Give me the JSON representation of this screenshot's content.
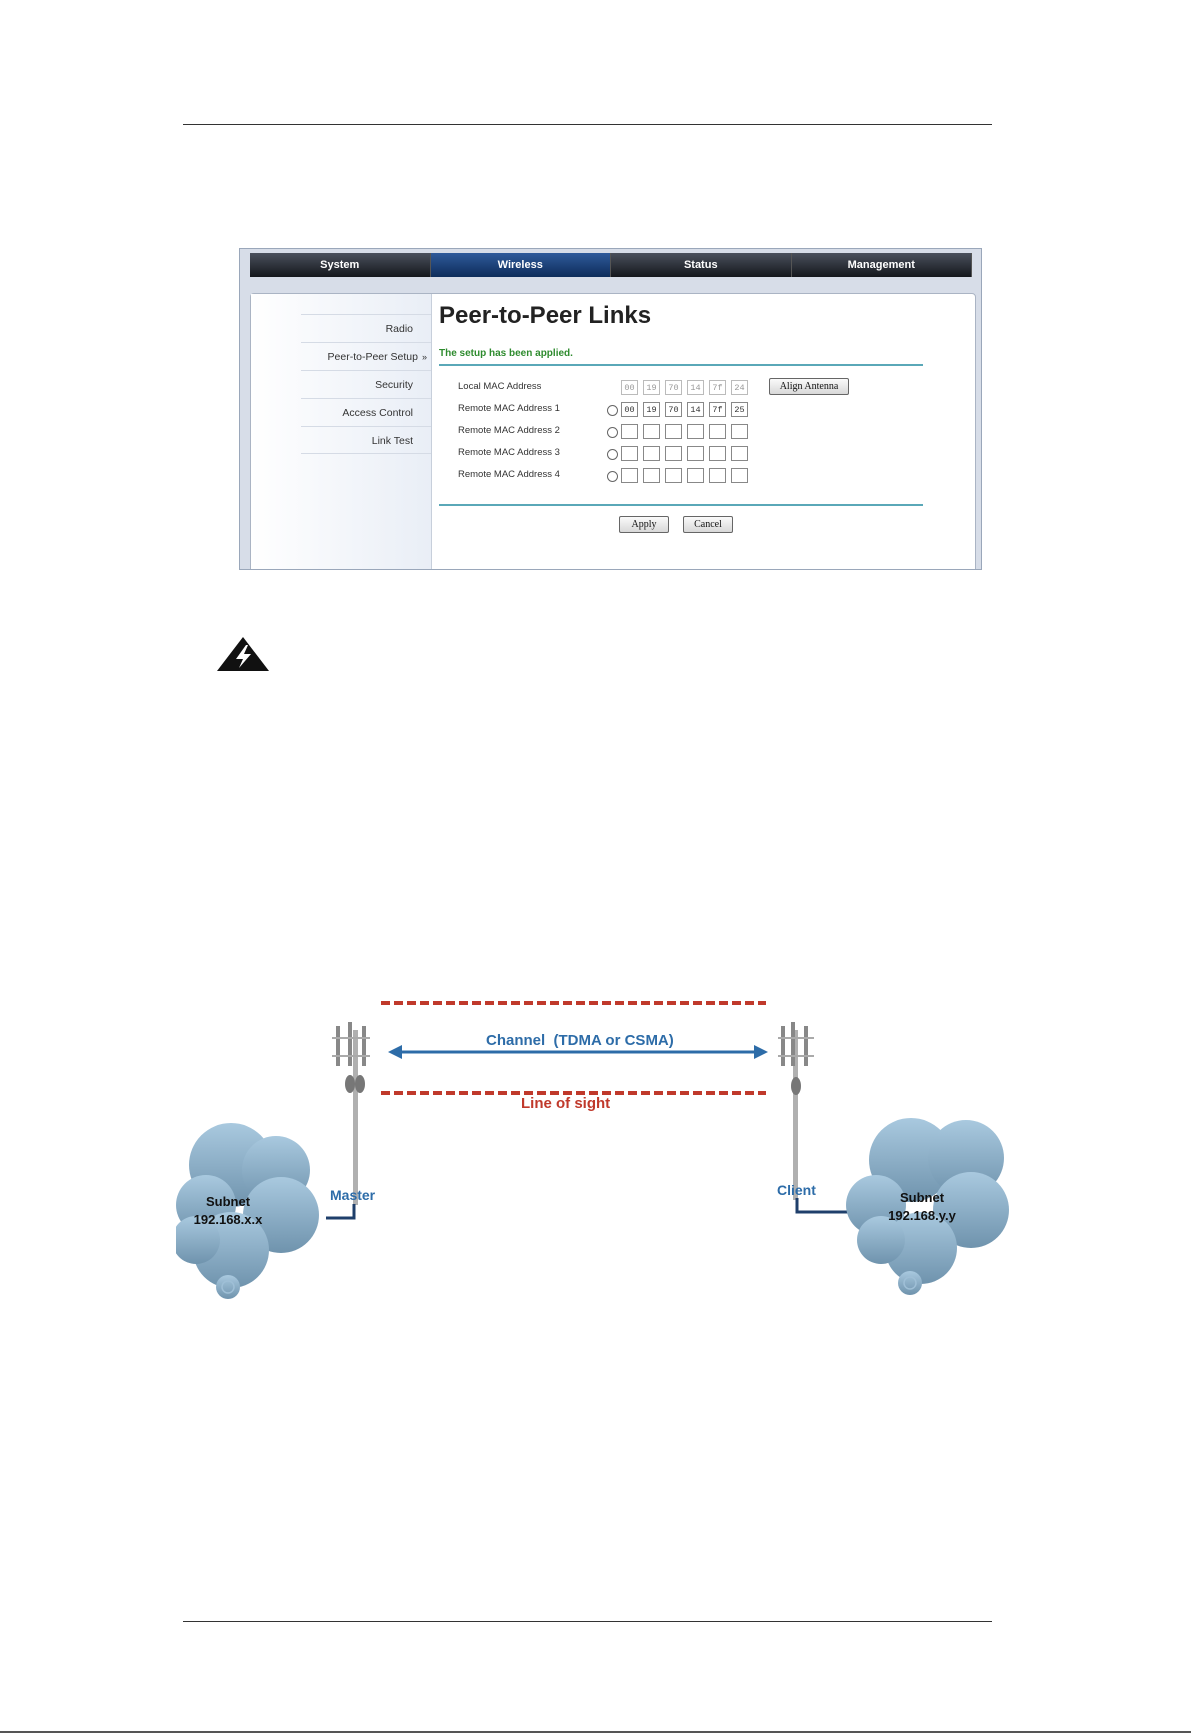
{
  "nav": {
    "tabs": [
      "System",
      "Wireless",
      "Status",
      "Management"
    ],
    "active": "Wireless"
  },
  "sidebar": {
    "items": [
      "Radio",
      "Peer-to-Peer Setup",
      "Security",
      "Access Control",
      "Link Test"
    ],
    "active_arrow": "»"
  },
  "panel": {
    "title": "Peer-to-Peer Links",
    "status_message": "The setup has been applied.",
    "local_label": "Local MAC Address",
    "local_mac": [
      "00",
      "19",
      "70",
      "14",
      "7f",
      "24"
    ],
    "align_button": "Align Antenna",
    "remote": [
      {
        "label": "Remote MAC Address 1",
        "mac": [
          "00",
          "19",
          "70",
          "14",
          "7f",
          "25"
        ]
      },
      {
        "label": "Remote MAC Address 2",
        "mac": [
          "",
          "",
          "",
          "",
          "",
          ""
        ]
      },
      {
        "label": "Remote MAC Address 3",
        "mac": [
          "",
          "",
          "",
          "",
          "",
          ""
        ]
      },
      {
        "label": "Remote MAC Address 4",
        "mac": [
          "",
          "",
          "",
          "",
          "",
          ""
        ]
      }
    ],
    "apply_button": "Apply",
    "cancel_button": "Cancel"
  },
  "diagram": {
    "channel_label": "Channel  (TDMA or CSMA)",
    "los_label": "Line of sight",
    "master_label": "Master",
    "client_label": "Client",
    "left_cloud": {
      "line1": "Subnet",
      "line2": "192.168.x.x"
    },
    "right_cloud": {
      "line1": "Subnet",
      "line2": "192.168.y.y"
    }
  },
  "icons": {
    "warning": "warning-icon"
  },
  "colors": {
    "nav_active": "#0d2c5a",
    "status_green": "#2e8b2e",
    "accent_line": "#5aa8b8",
    "channel_blue": "#2d6ca8",
    "los_red": "#c0392b",
    "cloud_blue": "#8fb4cf"
  }
}
